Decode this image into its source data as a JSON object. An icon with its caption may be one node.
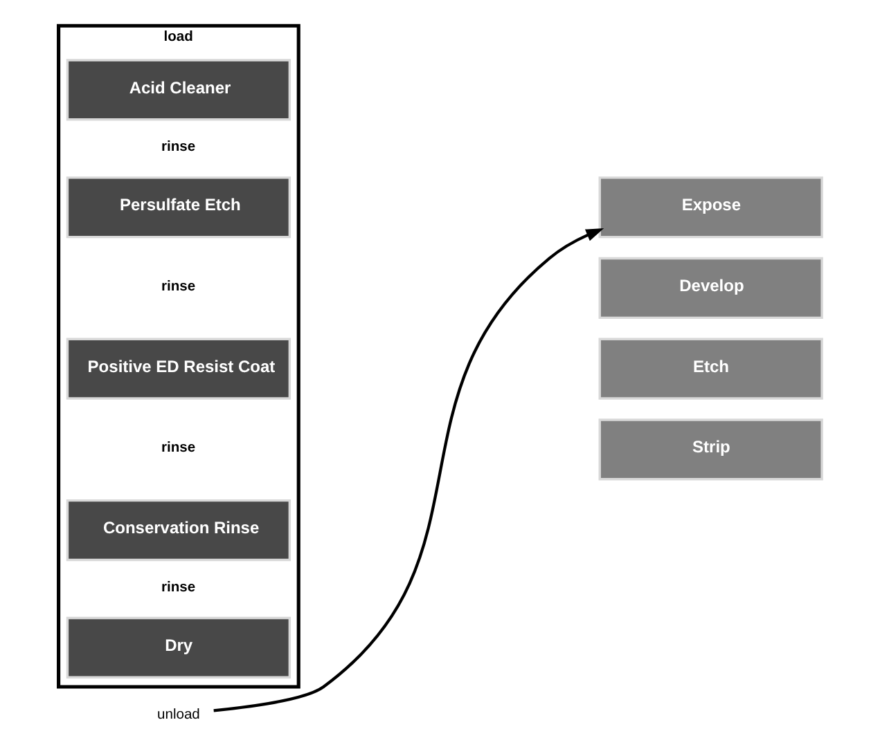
{
  "diagram": {
    "nodes": [
      {
        "text": [
          "load"
        ]
      },
      {
        "text": [
          "Acid Cleaner"
        ],
        "in": 0
      },
      {
        "text": [
          "Persulfate Etch"
        ],
        "in": 0
      },
      {
        "text": [
          "Positive ED Resist Coat"
        ],
        "in": 0
      },
      {
        "text": [
          "Conservation Rinse"
        ],
        "in": 0
      },
      {
        "text": [
          "Dry"
        ],
        "in": 0
      },
      {
        "text": [
          "unload"
        ]
      },
      {
        "text": [
          "Expose"
        ]
      },
      {
        "text": [
          "Develop"
        ]
      },
      {
        "text": [
          "Etch"
        ]
      },
      {
        "text": [
          "Strip"
        ]
      }
    ],
    "edges": [
      {
        "from": 6,
        "to": 7,
        "arrow": "to"
      }
    ],
    "labels": [
      "rinse",
      "rinse",
      "rinse",
      "rinse"
    ]
  }
}
